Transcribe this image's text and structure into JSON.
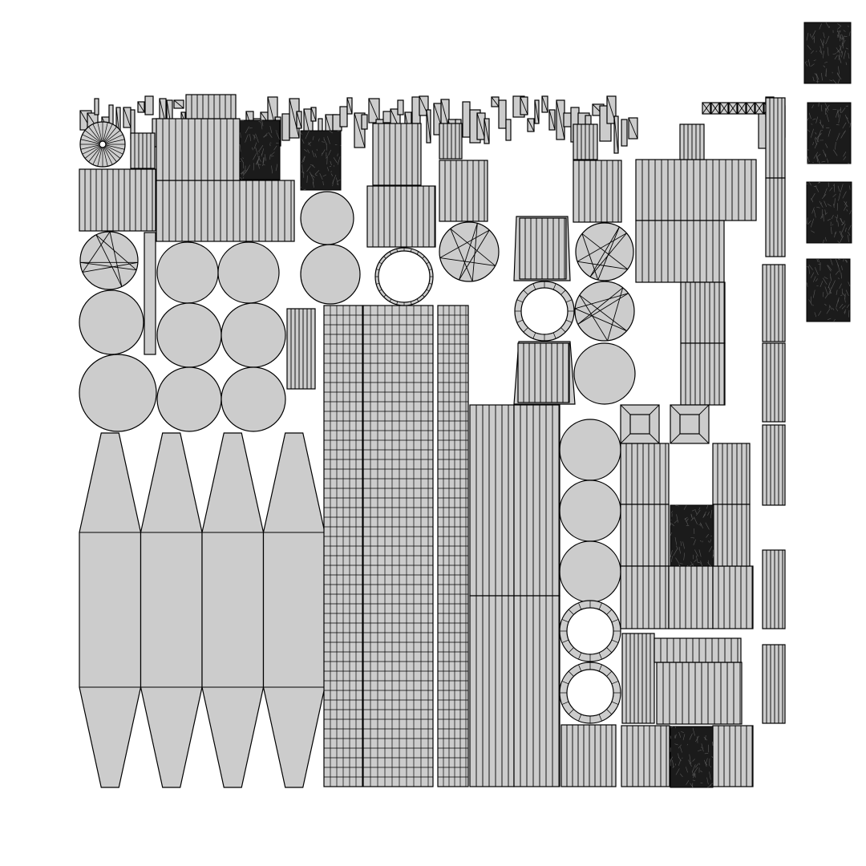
{
  "canvas": {
    "background": "#ffffff",
    "fill_color": "#cccccc",
    "stroke_color": "#000000",
    "dark_color": "#1b1b1b"
  },
  "texture_swatches": [
    {
      "name": "swatch-1"
    },
    {
      "name": "swatch-2"
    },
    {
      "name": "swatch-3"
    },
    {
      "name": "swatch-4"
    }
  ]
}
